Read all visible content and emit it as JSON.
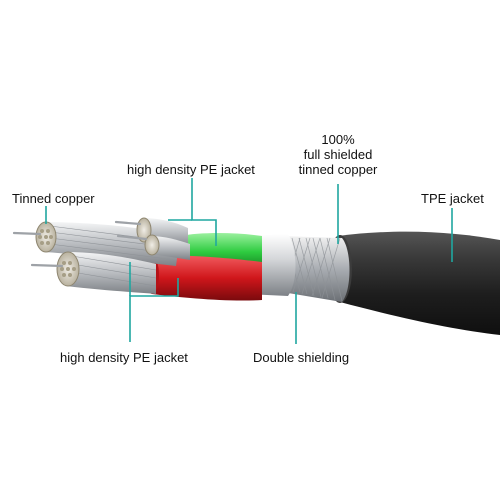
{
  "labels": {
    "tinned_copper": "Tinned copper",
    "pe_jacket_top": "high density PE jacket",
    "shield_line1": "100%",
    "shield_line2": "full shielded",
    "shield_line3": "tinned copper",
    "tpe_jacket": "TPE jacket",
    "pe_jacket_bottom": "high density PE jacket",
    "double_shielding": "Double shielding"
  },
  "colors": {
    "leader_line": "#1fa7a0",
    "outer_jacket": "#2b2b2b",
    "green_insulation": "#2ecc40",
    "red_insulation": "#d0161b",
    "black_insulation": "#1a1a1a",
    "copper_strands": "#c9ccd0"
  }
}
